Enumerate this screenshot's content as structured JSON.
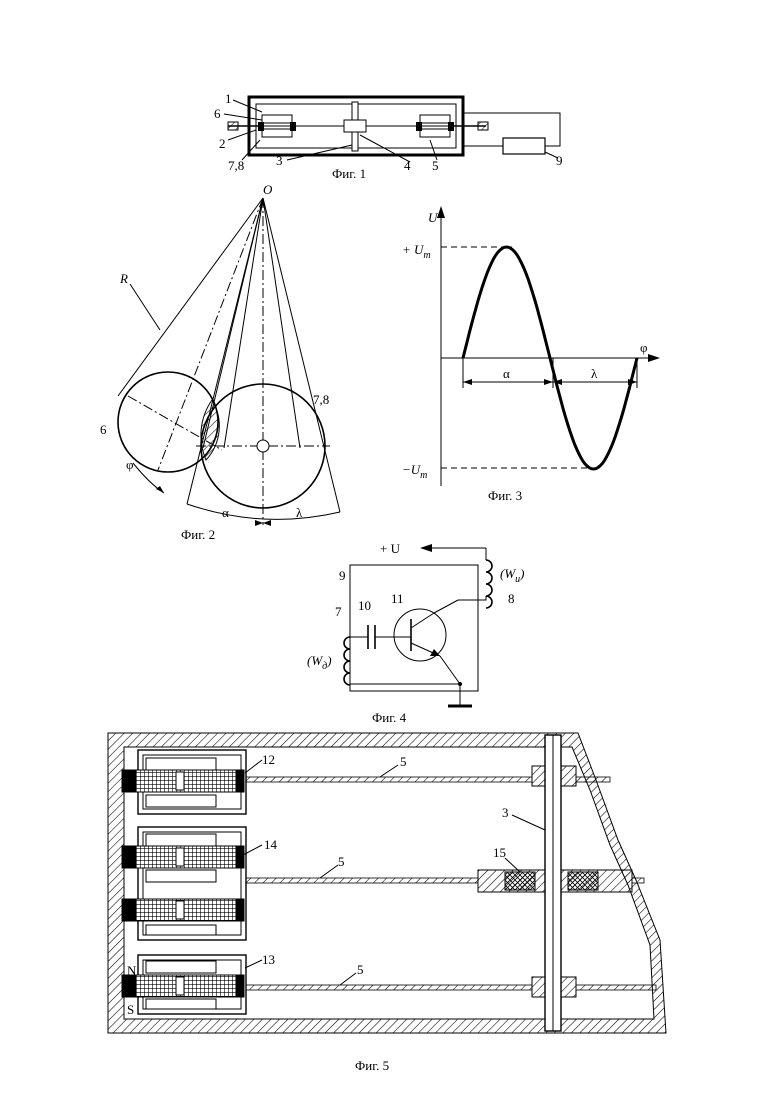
{
  "figures": {
    "fig1": {
      "caption": "Фиг. 1",
      "labels": [
        "1",
        "6",
        "2",
        "7,8",
        "3",
        "4",
        "5",
        "9"
      ]
    },
    "fig2": {
      "caption": "Фиг. 2",
      "labels": {
        "origin": "O",
        "radius": "R",
        "left_disc": "6",
        "right_disc": "7,8",
        "phi": "φ",
        "alpha": "α",
        "lambda": "λ"
      }
    },
    "fig3": {
      "caption": "Фиг. 3",
      "labels": {
        "y_axis": "U",
        "pos_max": "+ U",
        "neg_max": "−U",
        "sub": "m",
        "x_axis": "φ",
        "alpha": "α",
        "lambda": "λ"
      }
    },
    "fig4": {
      "caption": "Фиг. 4",
      "labels": {
        "supply": "+ U",
        "box": "9",
        "transistor": "11",
        "capacitor": "10",
        "coil_left": "7",
        "coil_right": "8",
        "w_left": "(W",
        "w_left_sub": "д",
        "w_right": "(W",
        "w_right_sub": "и",
        "paren": ")"
      }
    },
    "fig5": {
      "caption": "Фиг. 5",
      "labels": {
        "top_block": "12",
        "mid_block": "14",
        "bot_block": "13",
        "rod": "5",
        "shaft": "3",
        "bearing": "15",
        "north": "N",
        "south": "S"
      }
    }
  }
}
